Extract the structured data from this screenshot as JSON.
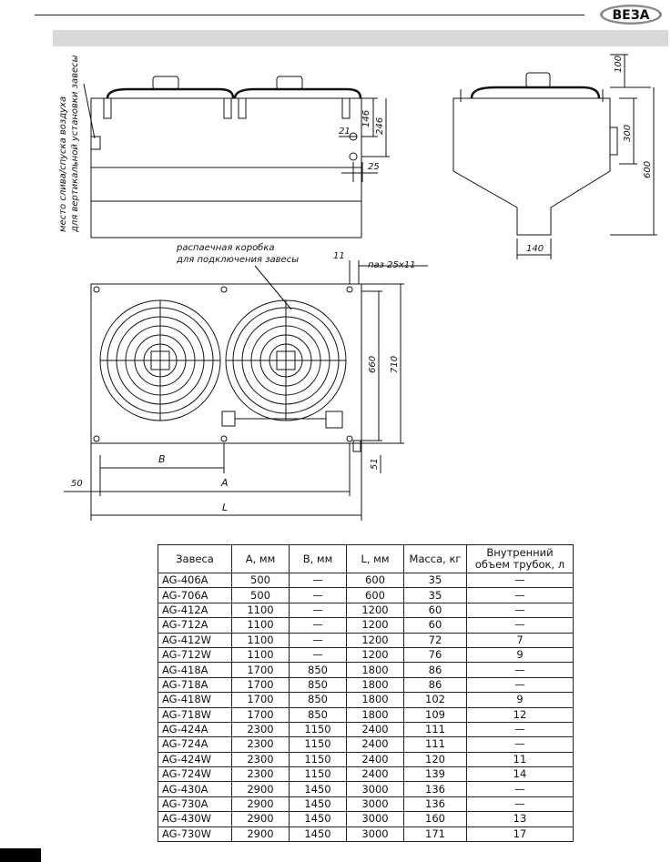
{
  "logo_text": "ВЕЗА",
  "drawing_labels": {
    "side_note_1": "место слива/спуска воздуха",
    "side_note_2": "для вертикальной установки завесы",
    "junction_box_1": "распаечная коробка",
    "junction_box_2": "для подключения завесы",
    "slot": "паз 25х11",
    "dims": {
      "d146": "146",
      "d246": "246",
      "d21": "21",
      "d25": "25",
      "d100": "100",
      "d300": "300",
      "d600": "600",
      "d140": "140",
      "d11": "11",
      "d660": "660",
      "d710": "710",
      "d51": "51",
      "d50": "50",
      "dB": "B",
      "dA": "A",
      "dL": "L"
    }
  },
  "table": {
    "headers": [
      "Завеса",
      "А, мм",
      "В, мм",
      "L, мм",
      "Масса, кг",
      "Внутренний объем трубок, л"
    ],
    "rows": [
      [
        "AG-406A",
        "500",
        "—",
        "600",
        "35",
        "—"
      ],
      [
        "AG-706A",
        "500",
        "—",
        "600",
        "35",
        "—"
      ],
      [
        "AG-412A",
        "1100",
        "—",
        "1200",
        "60",
        "—"
      ],
      [
        "AG-712A",
        "1100",
        "—",
        "1200",
        "60",
        "—"
      ],
      [
        "AG-412W",
        "1100",
        "—",
        "1200",
        "72",
        "7"
      ],
      [
        "AG-712W",
        "1100",
        "—",
        "1200",
        "76",
        "9"
      ],
      [
        "AG-418A",
        "1700",
        "850",
        "1800",
        "86",
        "—"
      ],
      [
        "AG-718A",
        "1700",
        "850",
        "1800",
        "86",
        "—"
      ],
      [
        "AG-418W",
        "1700",
        "850",
        "1800",
        "102",
        "9"
      ],
      [
        "AG-718W",
        "1700",
        "850",
        "1800",
        "109",
        "12"
      ],
      [
        "AG-424A",
        "2300",
        "1150",
        "2400",
        "111",
        "—"
      ],
      [
        "AG-724A",
        "2300",
        "1150",
        "2400",
        "111",
        "—"
      ],
      [
        "AG-424W",
        "2300",
        "1150",
        "2400",
        "120",
        "11"
      ],
      [
        "AG-724W",
        "2300",
        "1150",
        "2400",
        "139",
        "14"
      ],
      [
        "AG-430A",
        "2900",
        "1450",
        "3000",
        "136",
        "—"
      ],
      [
        "AG-730A",
        "2900",
        "1450",
        "3000",
        "136",
        "—"
      ],
      [
        "AG-430W",
        "2900",
        "1450",
        "3000",
        "160",
        "13"
      ],
      [
        "AG-730W",
        "2900",
        "1450",
        "3000",
        "171",
        "17"
      ]
    ]
  }
}
